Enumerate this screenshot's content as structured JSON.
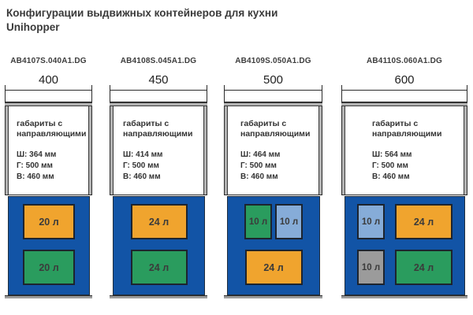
{
  "header": {
    "title_line1": "Конфигурации выдвижных контейнеров для кухни",
    "title_line2": "Unihopper"
  },
  "shared": {
    "caption_line1": "габариты с",
    "caption_line2": "направляющими"
  },
  "colors": {
    "container_blue": "#1254a6",
    "bin_orange": "#f0a42e",
    "bin_green": "#2a9c5e",
    "bin_light_blue": "#86acd8",
    "bin_gray": "#9b9b9b"
  },
  "columns": [
    {
      "code": "AB4107S.040A1.DG",
      "width_label": "400",
      "spec_w": "Ш: 364 мм",
      "spec_d": "Г: 500 мм",
      "spec_h": "В: 460 мм",
      "bins": [
        {
          "label": "20 л",
          "color": "#f0a42e"
        },
        {
          "label": "20 л",
          "color": "#2a9c5e"
        }
      ]
    },
    {
      "code": "AB4108S.045A1.DG",
      "width_label": "450",
      "spec_w": "Ш: 414 мм",
      "spec_d": "Г: 500 мм",
      "spec_h": "В: 460 мм",
      "bins": [
        {
          "label": "24 л",
          "color": "#f0a42e"
        },
        {
          "label": "24 л",
          "color": "#2a9c5e"
        }
      ]
    },
    {
      "code": "AB4109S.050A1.DG",
      "width_label": "500",
      "spec_w": "Ш: 464 мм",
      "spec_d": "Г: 500 мм",
      "spec_h": "В: 460 мм",
      "bins": [
        {
          "label": "10 л",
          "color": "#2a9c5e"
        },
        {
          "label": "10 л",
          "color": "#86acd8"
        },
        {
          "label": "24 л",
          "color": "#f0a42e"
        }
      ]
    },
    {
      "code": "AB4110S.060A1.DG",
      "width_label": "600",
      "spec_w": "Ш: 564 мм",
      "spec_d": "Г: 500 мм",
      "spec_h": "В: 460 мм",
      "bins": [
        {
          "label": "10 л",
          "color": "#86acd8"
        },
        {
          "label": "24 л",
          "color": "#f0a42e"
        },
        {
          "label": "10 л",
          "color": "#9b9b9b"
        },
        {
          "label": "24 л",
          "color": "#2a9c5e"
        }
      ]
    }
  ]
}
